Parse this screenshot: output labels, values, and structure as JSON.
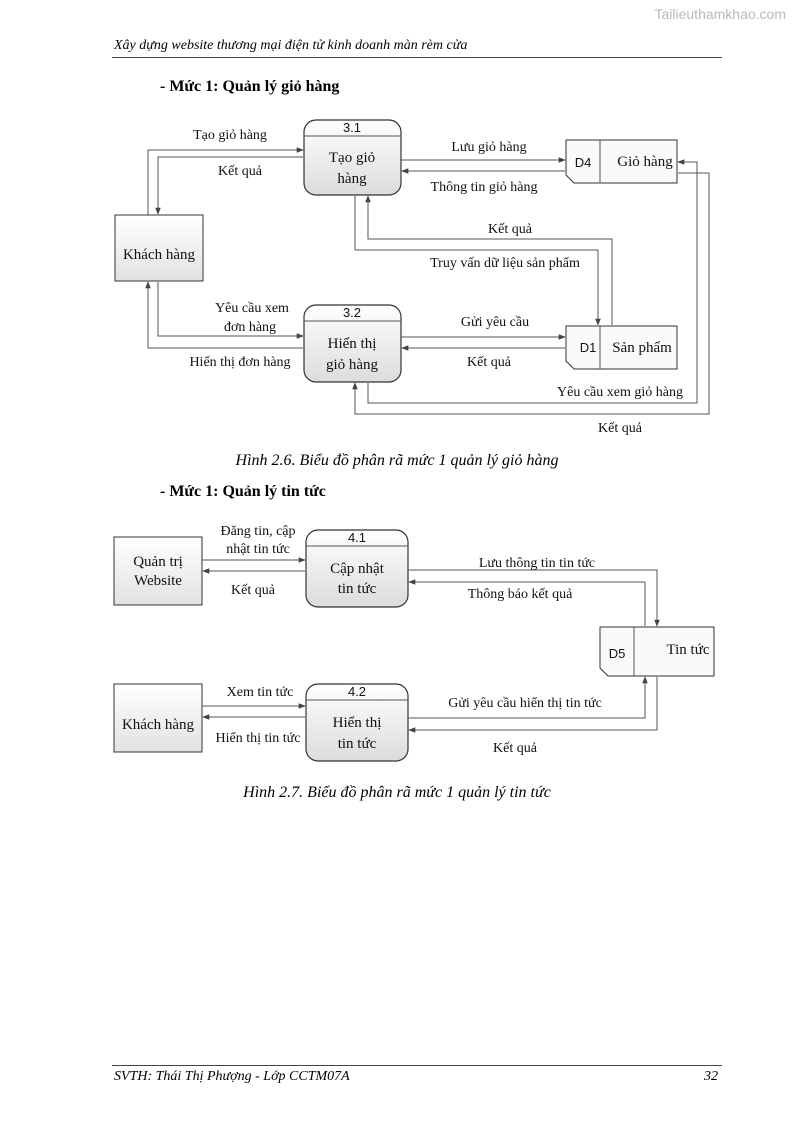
{
  "watermark": "Tailieuthamkhao.com",
  "header": {
    "title": "Xây dựng website thương mại điện tử kinh doanh màn rèm cửa"
  },
  "section1": {
    "heading": "- Mức 1: Quản lý giỏ hàng",
    "caption": "Hình 2.6. Biểu đồ phân rã mức 1 quản lý giỏ hàng",
    "entity": "Khách hàng",
    "p31": {
      "id": "3.1",
      "line1": "Tạo giỏ",
      "line2": "hàng"
    },
    "p32": {
      "id": "3.2",
      "line1": "Hiển thị",
      "line2": "giỏ hàng"
    },
    "d4": {
      "id": "D4",
      "name": "Giỏ hàng"
    },
    "d1": {
      "id": "D1",
      "name": "Sản phẩm"
    },
    "flows": {
      "tao_gio_hang": "Tạo giỏ hàng",
      "ket_qua_1": "Kết quả",
      "luu_gio_hang": "Lưu giỏ hàng",
      "thong_tin_gio_hang": "Thông tin giỏ hàng",
      "ket_qua_2": "Kết quả",
      "truy_van": "Truy vấn dữ liệu sản phẩm",
      "yeu_cau_xem_1": "Yêu cầu xem",
      "yeu_cau_xem_2": "đơn hàng",
      "hien_thi_don_hang": "Hiển thị đơn hàng",
      "gui_yeu_cau": "Gửi yêu cầu",
      "ket_qua_3": "Kết quả",
      "yeu_cau_xem_gio_hang": "Yêu cầu xem giỏ hàng",
      "ket_qua_4": "Kết quả"
    }
  },
  "section2": {
    "heading": "- Mức 1: Quản lý tin tức",
    "caption": "Hình 2.7. Biểu đồ phân rã mức 1 quản lý tin tức",
    "admin_line1": "Quản trị",
    "admin_line2": "Website",
    "entity": "Khách hàng",
    "p41": {
      "id": "4.1",
      "line1": "Cập nhật",
      "line2": "tin tức"
    },
    "p42": {
      "id": "4.2",
      "line1": "Hiển thị",
      "line2": "tin tức"
    },
    "d5": {
      "id": "D5",
      "name": "Tin tức"
    },
    "flows": {
      "dang_tin_1": "Đăng tin, cập",
      "dang_tin_2": "nhật tin tức",
      "ket_qua_1": "Kết quả",
      "luu_thong_tin": "Lưu thông tin tin tức",
      "thong_bao": "Thông báo kết quả",
      "xem_tin_tuc": "Xem tin tức",
      "hien_thi_tin_tuc": "Hiển thị tin tức",
      "gui_yeu_cau_hien_thi": "Gửi yêu cầu hiển thị tin tức",
      "ket_qua_2": "Kết quả"
    }
  },
  "footer": {
    "author": "SVTH: Thái Thị Phượng - Lớp CCTM07A",
    "page": "32"
  }
}
